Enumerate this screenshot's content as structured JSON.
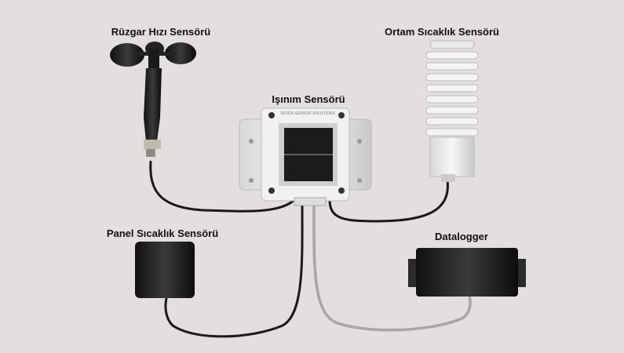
{
  "labels": {
    "wind": "Rüzgar Hızı Sensörü",
    "ambient": "Ortam Sıcaklık Sensörü",
    "irradiance": "Işınım Sensörü",
    "panel": "Panel Sıcaklık Sensörü",
    "logger": "Datalogger"
  },
  "device_brand": "SEVEN SENSOR SOLUTIONS",
  "colors": {
    "background": "#e2dfde",
    "cable_dark": "#1a1a1a",
    "cable_grey": "#a8a6a4"
  }
}
